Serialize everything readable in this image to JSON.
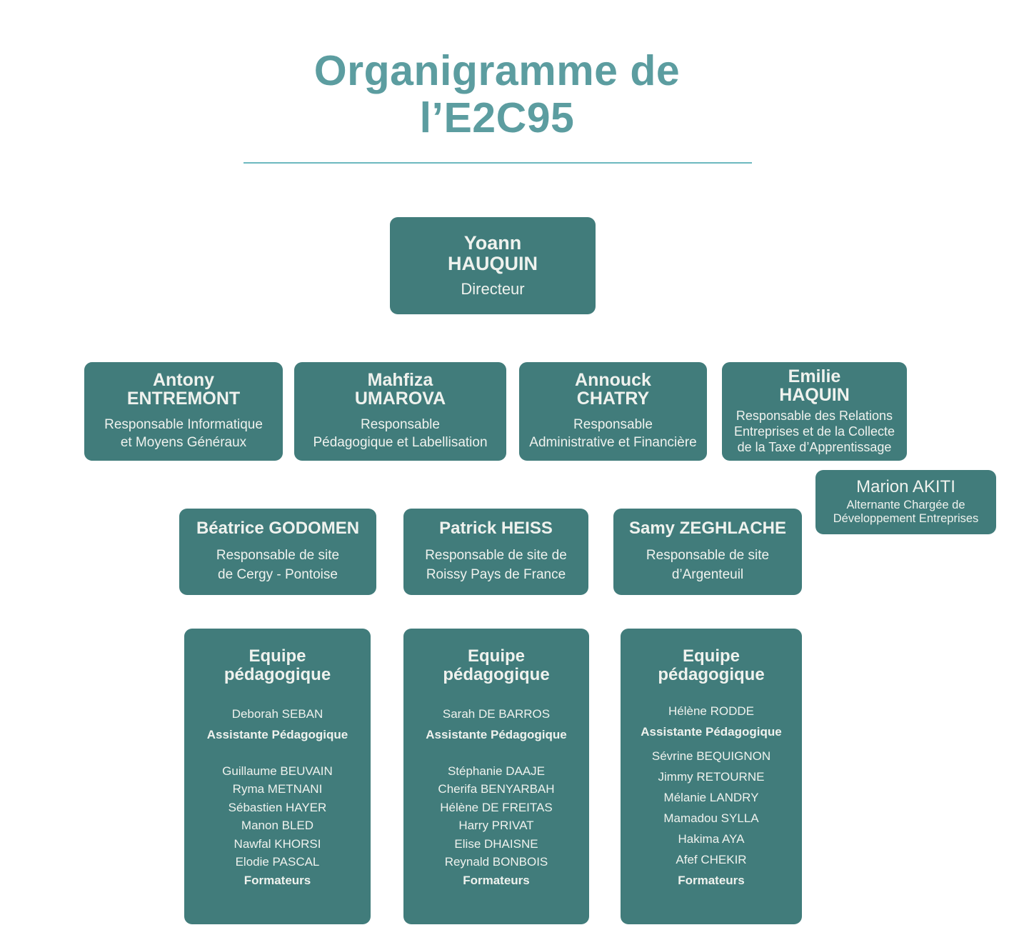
{
  "title": {
    "text": "Organigramme de\nl’E2C95"
  },
  "colors": {
    "card_bg": "#417c7b",
    "title_text": "#5c9da0",
    "divider": "#6cb8bf",
    "card_text": "#eff2ee"
  },
  "director": {
    "name": "Yoann\nHAUQUIN",
    "role": "Directeur"
  },
  "managers": [
    {
      "name": "Antony\nENTREMONT",
      "role": "Responsable Informatique\net Moyens Généraux"
    },
    {
      "name": "Mahfiza\nUMAROVA",
      "role": "Responsable\nPédagogique et Labellisation"
    },
    {
      "name": "Annouck\nCHATRY",
      "role": "Responsable\nAdministrative et Financière"
    },
    {
      "name": "Emilie\nHAQUIN",
      "role": "Responsable des Relations\nEntreprises et de la Collecte\nde la Taxe d’Apprentissage"
    }
  ],
  "apprentice": {
    "name": "Marion AKITI",
    "role": "Alternante Chargée de\nDéveloppement Entreprises"
  },
  "site_managers": [
    {
      "name": "Béatrice GODOMEN",
      "role": "Responsable de site\nde Cergy - Pontoise"
    },
    {
      "name": "Patrick HEISS",
      "role": "Responsable de site de\nRoissy Pays de France"
    },
    {
      "name": "Samy ZEGHLACHE",
      "role": "Responsable de site\nd’Argenteuil"
    }
  ],
  "teams": [
    {
      "title": "Equipe\npédagogique",
      "assistant_name": "Deborah SEBAN",
      "assistant_role": "Assistante Pédagogique",
      "members": [
        "Guillaume BEUVAIN",
        "Ryma METNANI",
        "Sébastien HAYER",
        "Manon BLED",
        "Nawfal KHORSI",
        "Elodie PASCAL"
      ],
      "members_role": "Formateurs"
    },
    {
      "title": "Equipe\npédagogique",
      "assistant_name": "Sarah DE BARROS",
      "assistant_role": "Assistante Pédagogique",
      "members": [
        "Stéphanie DAAJE",
        "Cherifa BENYARBAH",
        "Hélène DE FREITAS",
        "Harry PRIVAT",
        "Elise DHAISNE",
        "Reynald BONBOIS"
      ],
      "members_role": "Formateurs"
    },
    {
      "title": "Equipe\npédagogique",
      "assistant_name": "Hélène RODDE",
      "assistant_role": "Assistante Pédagogique",
      "members": [
        "Sévrine BEQUIGNON",
        "Jimmy RETOURNE",
        "Mélanie LANDRY",
        "Mamadou SYLLA",
        "Hakima AYA",
        "Afef CHEKIR"
      ],
      "members_role": "Formateurs"
    }
  ]
}
